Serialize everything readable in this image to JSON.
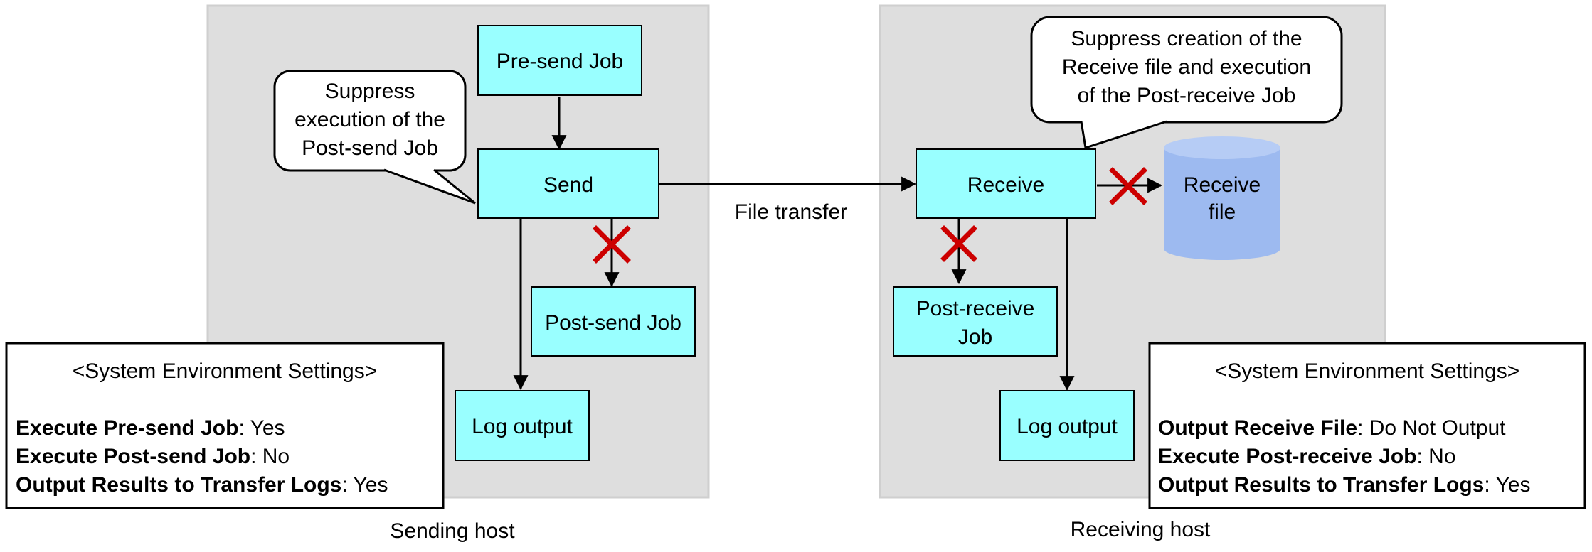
{
  "colors": {
    "panel_fill": "#dedede",
    "panel_border": "#cfcfcf",
    "box_fill": "#99ffff",
    "cylinder_fill": "#9dbaf0",
    "cylinder_top": "#b6ccf5",
    "cross": "#cc0000",
    "line": "#000000"
  },
  "sending": {
    "host_label": "Sending host",
    "pre_send_job": "Pre-send Job",
    "send": "Send",
    "post_send_job": "Post-send Job",
    "log_output": "Log output",
    "callout": [
      "Suppress",
      "execution of the",
      "Post-send Job"
    ]
  },
  "receiving": {
    "host_label": "Receiving host",
    "receive": "Receive",
    "post_receive_job": [
      "Post-receive",
      "Job"
    ],
    "log_output": "Log output",
    "receive_file": [
      "Receive",
      "file"
    ],
    "callout": [
      "Suppress creation of the",
      "Receive file and execution",
      "of the Post-receive Job"
    ]
  },
  "transfer_label": "File transfer",
  "settings_left": {
    "title": "<System Environment Settings>",
    "rows": [
      {
        "key": "Execute Pre-send Job",
        "value": ": Yes"
      },
      {
        "key": "Execute Post-send Job",
        "value": ": No"
      },
      {
        "key": "Output Results to Transfer Logs",
        "value": ": Yes"
      }
    ]
  },
  "settings_right": {
    "title": "<System Environment Settings>",
    "rows": [
      {
        "key": "Output Receive File",
        "value": ": Do Not Output"
      },
      {
        "key": "Execute Post-receive Job",
        "value": ": No"
      },
      {
        "key": "Output Results to Transfer Logs",
        "value": ": Yes"
      }
    ]
  }
}
